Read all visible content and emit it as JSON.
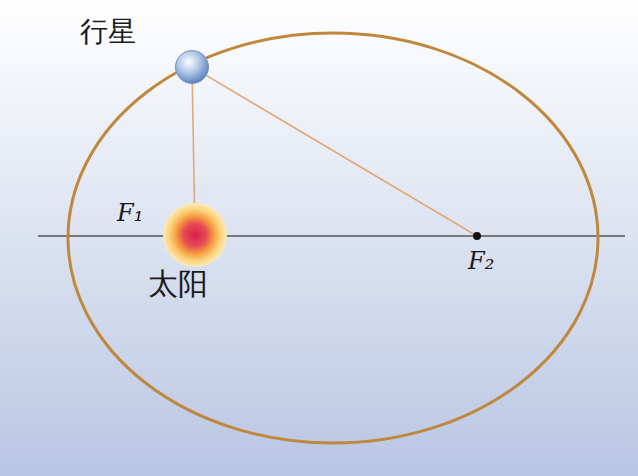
{
  "diagram": {
    "nodes": [
      {
        "text": [
          "行星"
        ]
      },
      {
        "text": [
          "F₁",
          "太阳"
        ]
      },
      {
        "text": [
          "F₂"
        ]
      }
    ],
    "edges": [
      {
        "from": 0,
        "to": 1,
        "arrow": "none"
      },
      {
        "from": 0,
        "to": 2,
        "arrow": "none"
      }
    ]
  }
}
